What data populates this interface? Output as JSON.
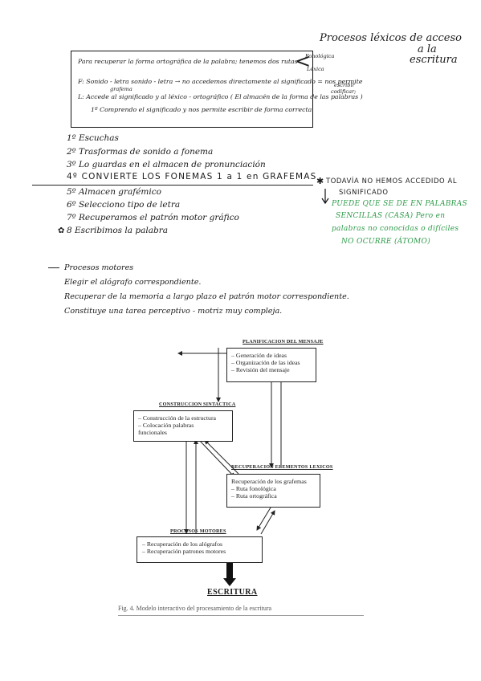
{
  "header": {
    "title_line1": "Procesos léxicos de acceso",
    "title_line2": "a la",
    "title_line3": "escritura"
  },
  "box": {
    "line1": "Para recuperar la forma ortográfica de la palabra; tenemos dos rutas",
    "aside1": "Fonológica",
    "aside2": "Léxica",
    "line2": "F: Sonido - letra  sonido - letra  →  no accedemos directamente al significado = nos permite",
    "line2_sup": "grafema",
    "aside3": "escribir",
    "aside4": "codificar;",
    "line3": "L: Accede al significado y al léxico - ortográfico ( El almacén de la forma de las palabras )",
    "line4": "1º Comprendo el significado y nos permite escribir de forma correcta."
  },
  "steps": [
    "1º Escuchas",
    "2º Trasformas de sonido a fonema",
    "3º Lo guardas en el almacen de pronunciación",
    "4º CONVIERTE LOS FONEMAS 1 a 1 en GRAFEMAS",
    "5º Almacen grafémico",
    "6º Selecciono tipo de letra",
    "7º Recuperamos el patrón motor gráfico",
    "8 Escribimos la palabra"
  ],
  "side_note": {
    "line1": "TODAVÍA NO HEMOS ACCEDIDO AL",
    "line2": "SIGNIFICADO",
    "green1": "PUEDE QUE SE DE EN PALABRAS",
    "green2": "SENCILLAS (CASA) Pero en",
    "green3": "palabras no conocidas o difíciles",
    "green4": "NO OCURRE (ÁTOMO)"
  },
  "motor": {
    "heading": "Procesos motores",
    "line1": "Elegir el alógrafo correspondiente.",
    "line2": "Recuperar de la memoria a largo plazo el patrón motor correspondiente.",
    "line3": "Constituye una tarea perceptivo - motriz muy compleja."
  },
  "diagram": {
    "plan_title": "PLANIFICACION DEL MENSAJE",
    "plan_items": [
      "– Generación de ideas",
      "– Organización de las ideas",
      "– Revisión del mensaje"
    ],
    "sint_title": "CONSTRUCCION SINTACTICA",
    "sint_items": [
      "– Construcción de la estructura",
      "– Colocación palabras",
      "   funcionales"
    ],
    "lex_title": "RECUPERACION ELEMENTOS LEXICOS",
    "lex_items": [
      "Recuperación de los grafemas",
      "– Ruta fonológica",
      "– Ruta ortográfica"
    ],
    "mot_title": "PROCESOS MOTORES",
    "mot_items": [
      "– Recuperación de los alógrafos",
      "– Recuperación patrones motores"
    ],
    "output": "ESCRITURA",
    "caption": "Fig. 4. Modelo interactivo del procesamiento de la escritura"
  }
}
